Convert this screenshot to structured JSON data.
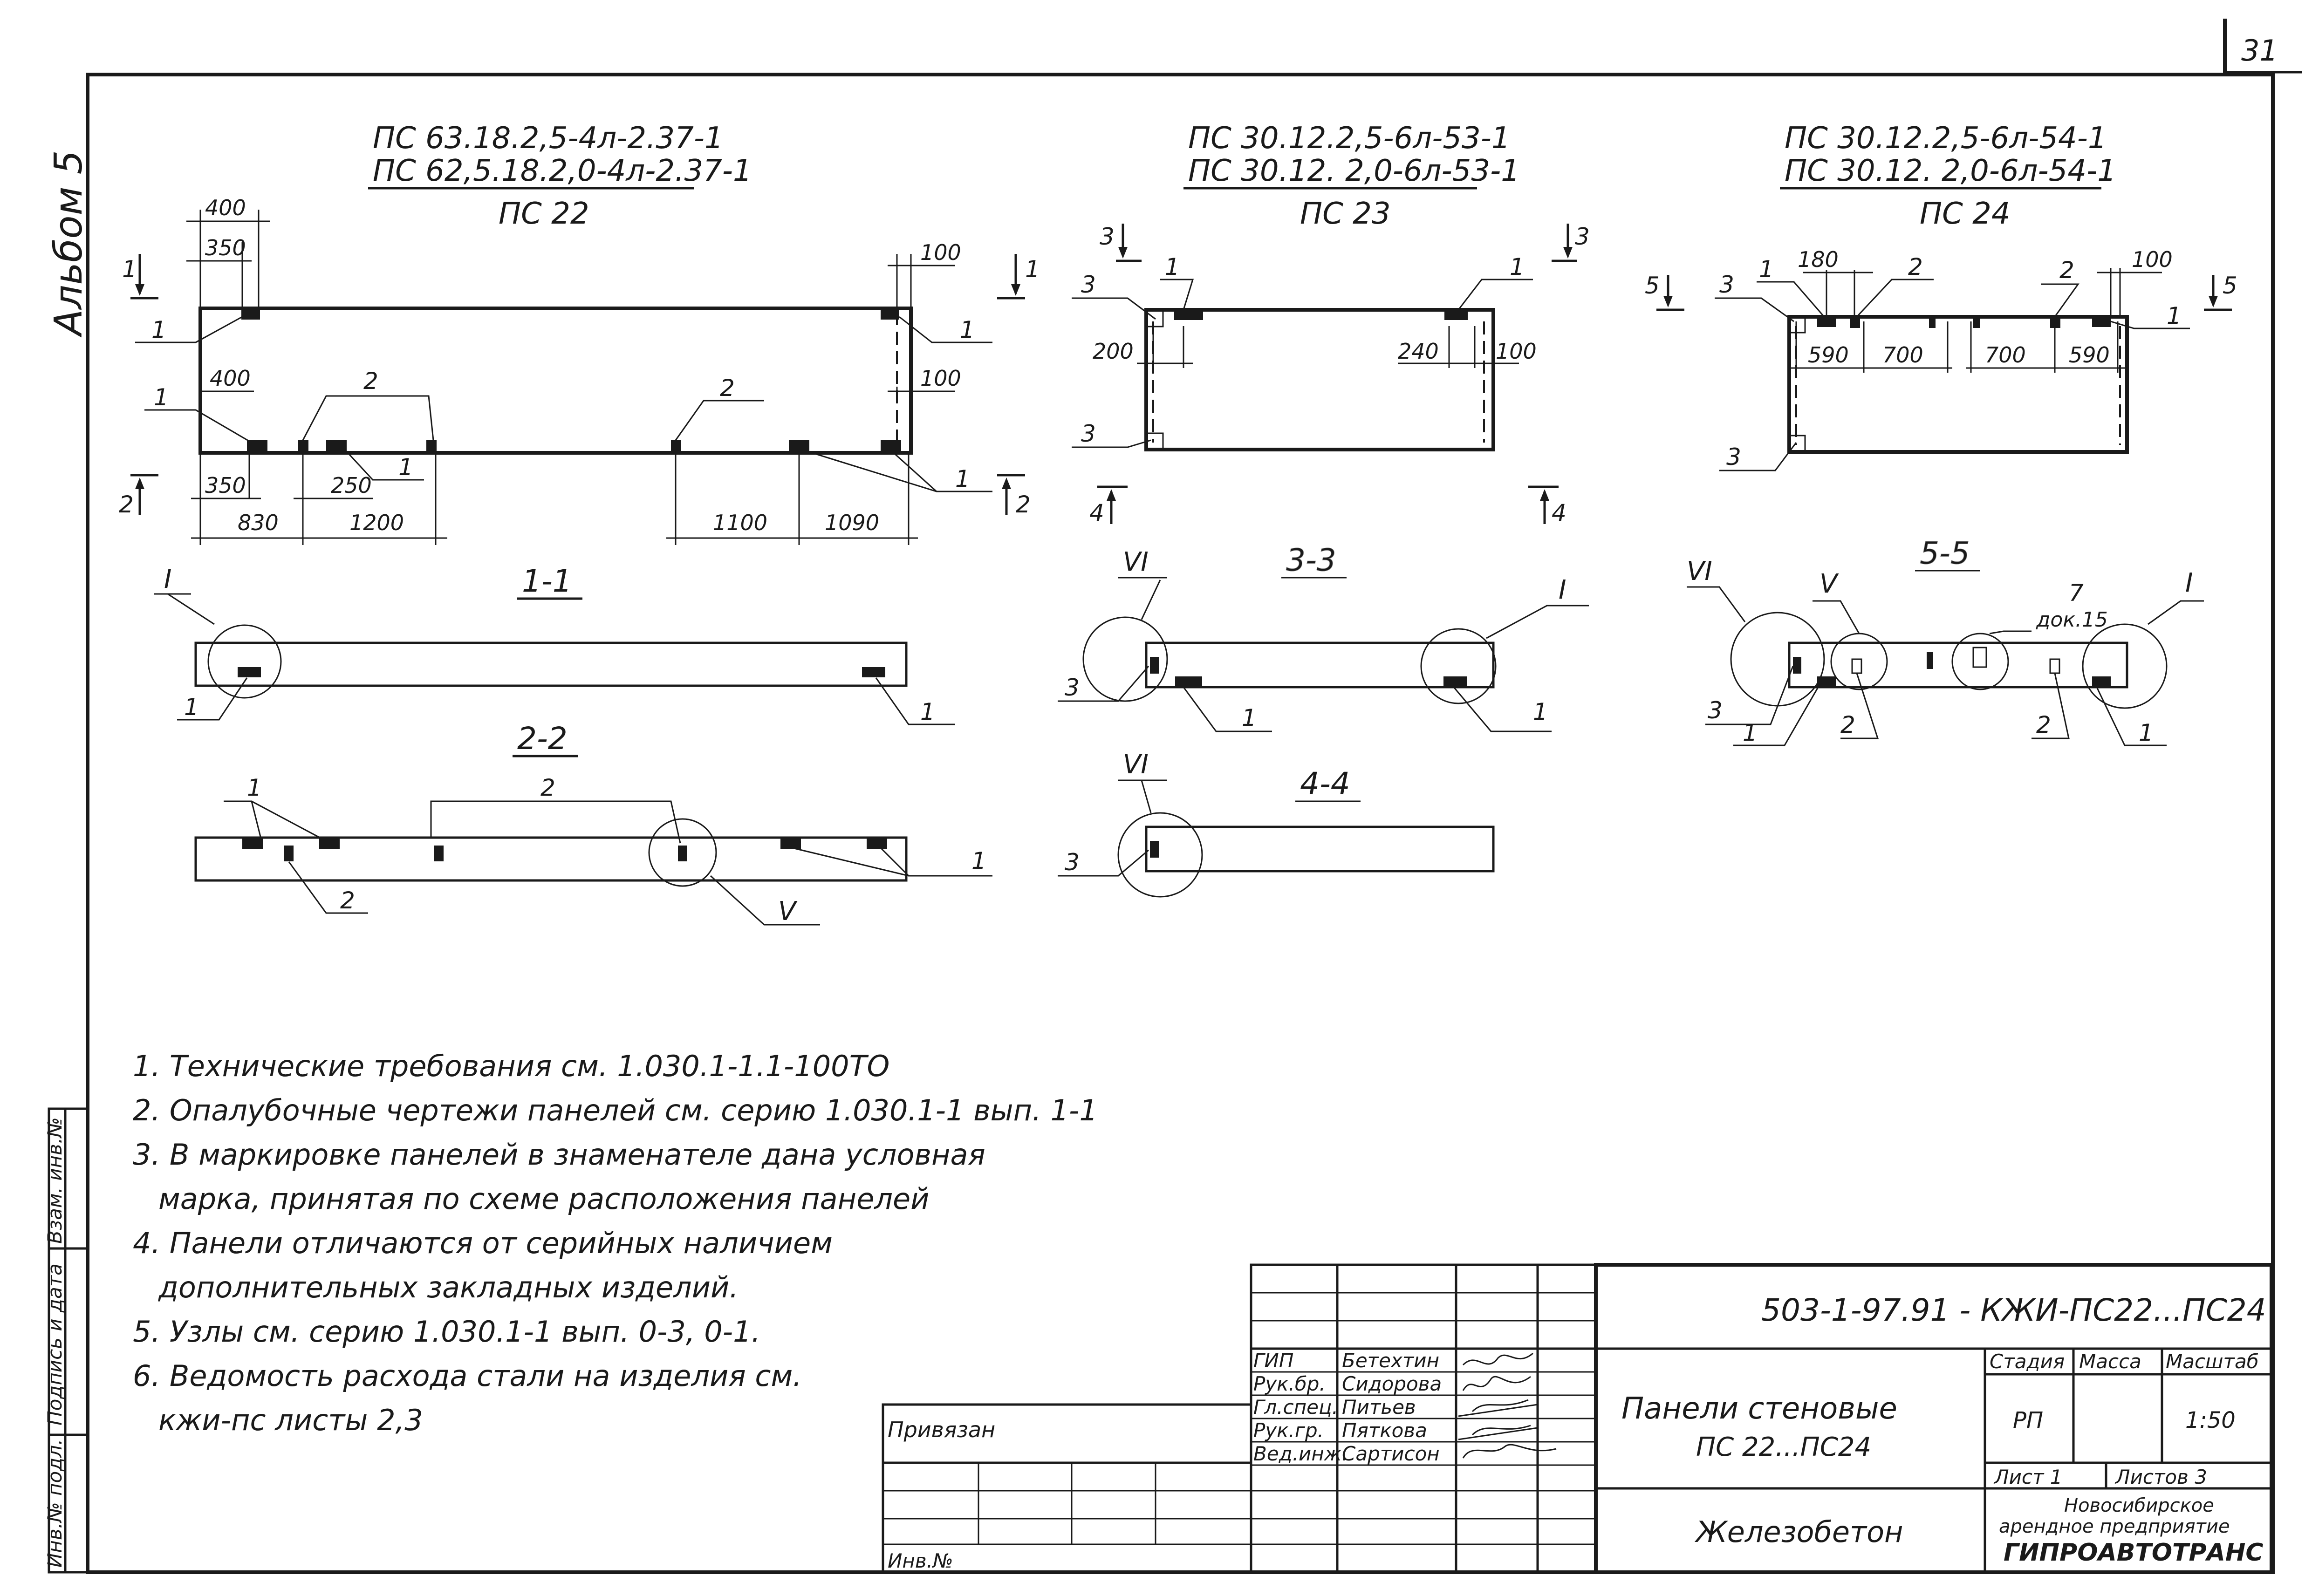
{
  "page_number": "31",
  "album": "Альбом 5",
  "panels": [
    {
      "mark1": "ПС 63.18.2,5-4л-2.37-1",
      "mark2": "ПС 62,5.18.2,0-4л-2.37-1",
      "name": "ПС 22"
    },
    {
      "mark1": "ПС 30.12.2,5-6л-53-1",
      "mark2": "ПС 30.12. 2,0-6л-53-1",
      "name": "ПС 23"
    },
    {
      "mark1": "ПС 30.12.2,5-6л-54-1",
      "mark2": "ПС 30.12. 2,0-6л-54-1",
      "name": "ПС 24"
    }
  ],
  "dims": {
    "ps22": [
      "400",
      "350",
      "100",
      "100",
      "400",
      "350",
      "250",
      "830",
      "1200",
      "1100",
      "1090"
    ],
    "ps23": [
      "200",
      "240",
      "100"
    ],
    "ps24": [
      "180",
      "100",
      "590",
      "700",
      "700",
      "590"
    ]
  },
  "leaders": {
    "n1": "1",
    "n2": "2",
    "n3": "3",
    "n7": "7"
  },
  "section_cuts": {
    "c1": "1",
    "c2": "2",
    "c3": "3",
    "c4": "4",
    "c5": "5"
  },
  "sections": {
    "s11": "1-1",
    "s22": "2-2",
    "s33": "3-3",
    "s44": "4-4",
    "s55": "5-5"
  },
  "nodes": {
    "I": "I",
    "V": "V",
    "VI": "VI"
  },
  "doc_ref": "док.15",
  "notes": [
    "1. Технические требования см. 1.030.1-1.1-100ТО",
    "2. Опалубочные чертежи панелей см. серию 1.030.1-1 вып. 1-1",
    "3. В маркировке панелей в знаменателе дана условная",
    "марка, принятая по схеме расположения панелей",
    "4. Панели отличаются от серийных наличием",
    "дополнительных закладных изделий.",
    "5. Узлы см. серию 1.030.1-1 вып. 0-3, 0-1.",
    "6. Ведомость расхода стали на изделия см.",
    "кжи-пс листы 2,3"
  ],
  "side_stamp": {
    "inv_orig": "Инв.№ подл.",
    "sign_date": "Подпись и дата",
    "vzam": "Взам. инв.№"
  },
  "title_block": {
    "code": "503-1-97.91 - КЖИ-ПС22...ПС24",
    "roles": [
      {
        "role": "ГИП",
        "name": "Бетехтин"
      },
      {
        "role": "Рук.бр.",
        "name": "Сидорова"
      },
      {
        "role": "Гл.спец.",
        "name": "Питьев"
      },
      {
        "role": "Рук.гр.",
        "name": "Пяткова"
      },
      {
        "role": "Вед.инж.",
        "name": "Сартисон"
      }
    ],
    "title1": "Панели стеновые",
    "title2": "ПС 22...ПС24",
    "material": "Железобетон",
    "stage_h": "Стадия",
    "mass_h": "Масса",
    "scale_h": "Масштаб",
    "stage": "РП",
    "scale": "1:50",
    "sheet": "Лист 1",
    "sheets": "Листов 3",
    "org1": "Новосибирское",
    "org2": "арендное предприятие",
    "org3": "ГИПРОАВТОТРАНС",
    "privyazan": "Привязан",
    "inv_no": "Инв.№"
  }
}
